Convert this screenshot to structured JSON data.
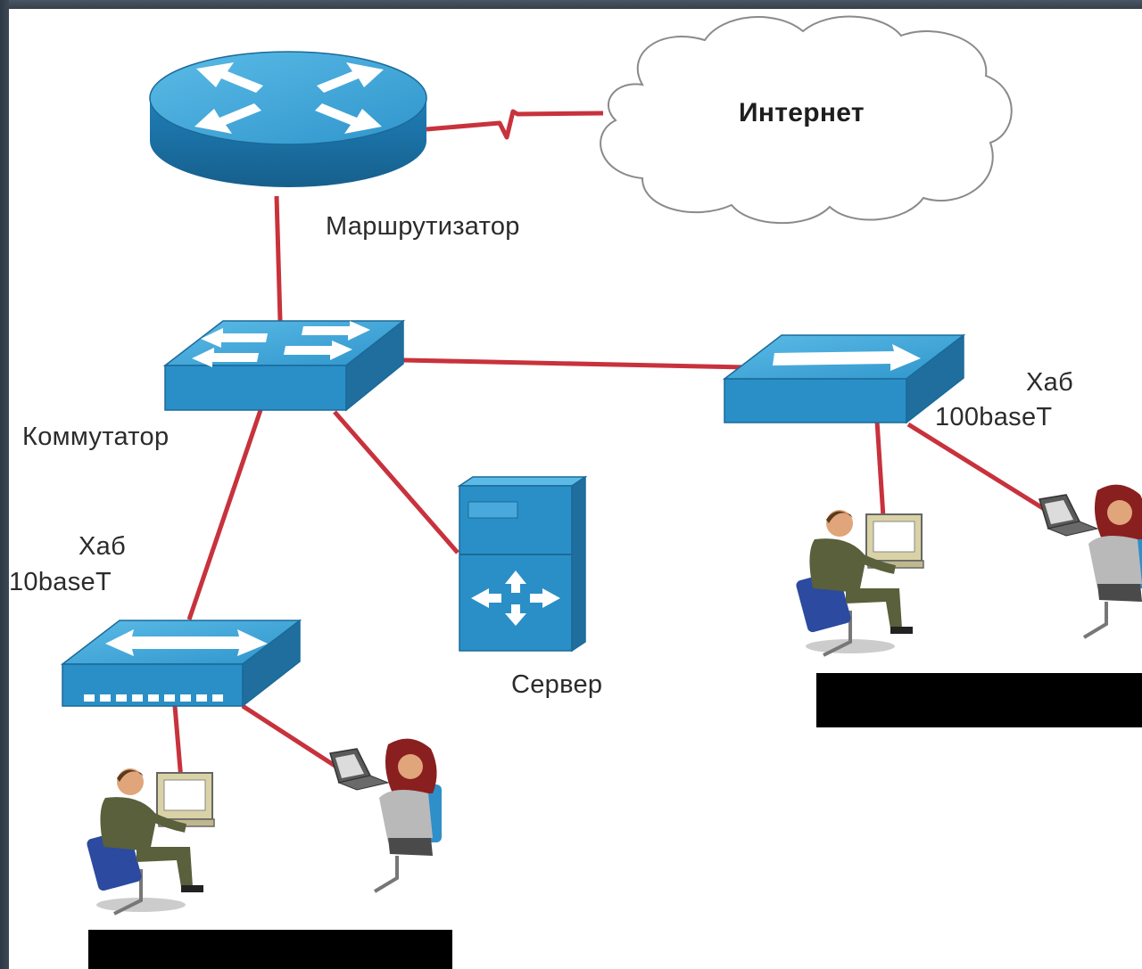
{
  "diagram": {
    "labels": {
      "internet": "Интернет",
      "router": "Маршрутизатор",
      "switch": "Коммутатор",
      "hub_left_name": "Хаб",
      "hub_left_type": "10baseT",
      "server": "Сервер",
      "hub_right_name": "Хаб",
      "hub_right_type": "100baseT"
    },
    "colors": {
      "link": "#c8323c",
      "device_top": "#3aa6d9",
      "device_side": "#1f6e9e",
      "device_front": "#2a8fc7"
    }
  }
}
